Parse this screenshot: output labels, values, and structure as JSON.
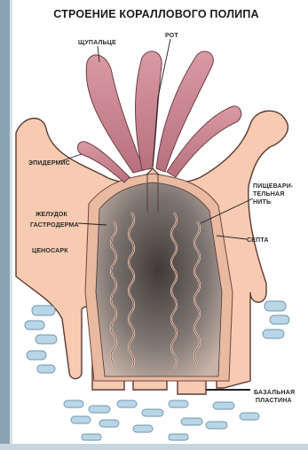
{
  "title": "СТРОЕНИЕ КОРАЛЛОВОГО ПОЛИПА",
  "labels": {
    "tentacle": "ЩУПАЛЬЦЕ",
    "mouth": "РОТ",
    "epidermis": "ЭПИДЕРМИС",
    "digestive_line1": "ПИЩЕВАРИ-",
    "digestive_line2": "ТЕЛЬНАЯ",
    "digestive_line3": "НИТЬ",
    "stomach": "ЖЕЛУДОК",
    "gastroderm": "ГАСТРОДЕРМА",
    "septa": "СЕПТА",
    "coenosarc": "ЦЕНОСАРК",
    "basal_line1": "БАЗАЛЬНАЯ",
    "basal_line2": "ПЛАСТИНА"
  },
  "colors": {
    "body": "#f6cbb1",
    "body_outline": "#5b3a34",
    "tentacle": "#cf8d97",
    "cavity": "#8d837f",
    "cells": "#b9d6e7",
    "frame": "#8aa3b4"
  }
}
